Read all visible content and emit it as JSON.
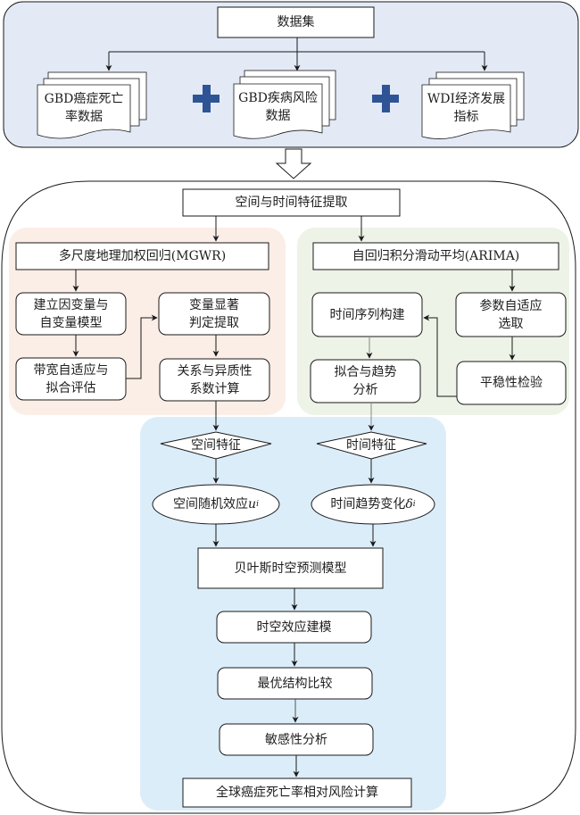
{
  "colors": {
    "top_panel": "#e3eaf6",
    "mgwr_panel": "#fbeee7",
    "arima_panel": "#edf3e7",
    "bayes_panel": "#dcedfa",
    "plus": "#2f5496",
    "stroke": "#1a1a1a"
  },
  "dataset": {
    "title": "数据集",
    "sources": [
      {
        "label": "GBD癌症死亡\n率数据",
        "icon": "document-stack-icon"
      },
      {
        "label": "GBD疾病风险\n数据",
        "icon": "document-stack-icon"
      },
      {
        "label": "WDI经济发展\n指标",
        "icon": "document-stack-icon"
      }
    ],
    "combine_icon": "plus-icon"
  },
  "flow_arrow_icon": "hollow-down-arrow-icon",
  "extraction": {
    "title": "空间与时间特征提取"
  },
  "mgwr": {
    "title": "多尺度地理加权回归(MGWR)",
    "steps": [
      "建立因变量与\n自变量模型",
      "带宽自适应与\n拟合评估",
      "变量显著\n判定提取",
      "关系与异质性\n系数计算"
    ]
  },
  "arima": {
    "title": "自回归积分滑动平均(ARIMA)",
    "steps": [
      "时间序列构建",
      "拟合与趋势\n分析",
      "参数自适应\n选取",
      "平稳性检验"
    ]
  },
  "features": {
    "spatial_decision": "空间特征",
    "temporal_decision": "时间特征",
    "spatial_effect": "空间随机效应",
    "spatial_effect_symbol": "u",
    "spatial_effect_sub": "i",
    "temporal_effect": "时间趋势变化",
    "temporal_effect_symbol": "δ",
    "temporal_effect_sub": "i"
  },
  "bayes": {
    "model": "贝叶斯时空预测模型",
    "steps": [
      "时空效应建模",
      "最优结构比较",
      "敏感性分析"
    ],
    "result": "全球癌症死亡率相对风险计算"
  }
}
